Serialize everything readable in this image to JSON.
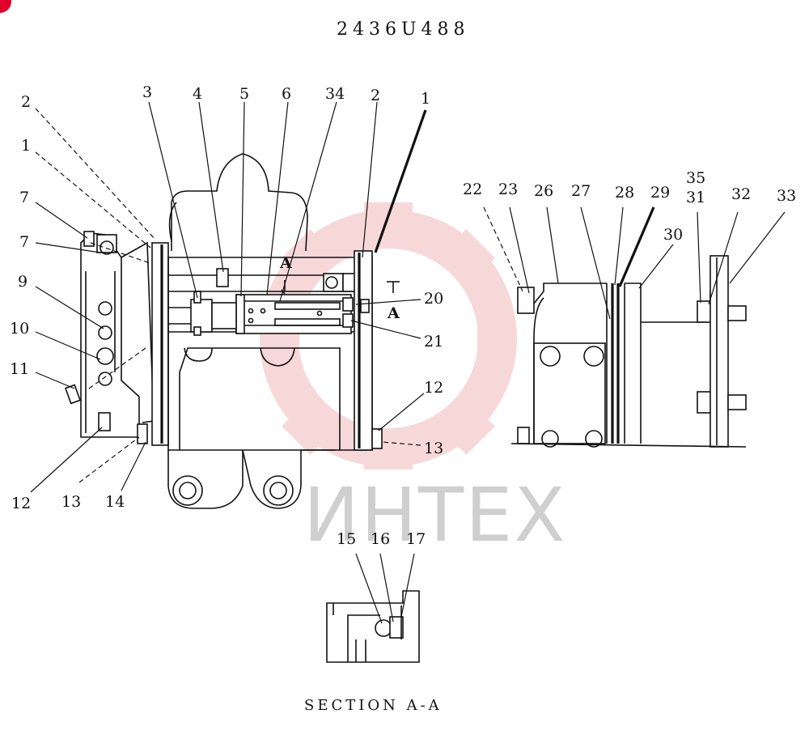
{
  "drawing": {
    "title": "2436U488",
    "section_caption": "SECTION A-A",
    "watermark_text": "ИНТЕХ",
    "section_mark": "A",
    "colors": {
      "line": "#111111",
      "watermark": "#f2b9b9",
      "badge": "#e0002a"
    }
  },
  "callouts": {
    "c1": "1",
    "c2": "2",
    "c3": "3",
    "c4": "4",
    "c5": "5",
    "c6": "6",
    "c7": "7",
    "c9": "9",
    "c10": "10",
    "c11": "11",
    "c12": "12",
    "c13": "13",
    "c14": "14",
    "c15": "15",
    "c16": "16",
    "c17": "17",
    "c20": "20",
    "c21": "21",
    "c22": "22",
    "c23": "23",
    "c26": "26",
    "c27": "27",
    "c28": "28",
    "c29": "29",
    "c30": "30",
    "c31": "31",
    "c32": "32",
    "c33": "33",
    "c34": "34",
    "c35": "35"
  }
}
